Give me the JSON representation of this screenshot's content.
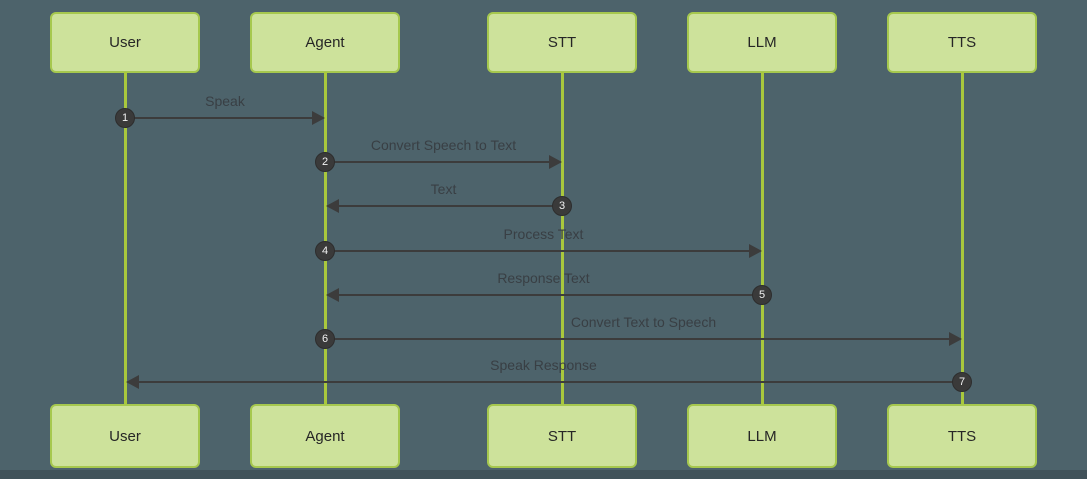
{
  "diagram": {
    "type": "sequence-diagram",
    "colors": {
      "background": "#4d636b",
      "actor_fill": "#cde29b",
      "actor_border": "#a6c84e",
      "lifeline": "#a9c83d",
      "arrow": "#3c3c3c",
      "message_text": "#393f44",
      "step_badge_fill": "#3a3a3a",
      "step_badge_text": "#f2f2f2"
    }
  },
  "actors": [
    {
      "label": "User"
    },
    {
      "label": "Agent"
    },
    {
      "label": "STT"
    },
    {
      "label": "LLM"
    },
    {
      "label": "TTS"
    }
  ],
  "messages": [
    {
      "step": "1",
      "label": "Speak",
      "from": "User",
      "to": "Agent"
    },
    {
      "step": "2",
      "label": "Convert Speech to Text",
      "from": "Agent",
      "to": "STT"
    },
    {
      "step": "3",
      "label": "Text",
      "from": "STT",
      "to": "Agent"
    },
    {
      "step": "4",
      "label": "Process Text",
      "from": "Agent",
      "to": "LLM"
    },
    {
      "step": "5",
      "label": "Response Text",
      "from": "LLM",
      "to": "Agent"
    },
    {
      "step": "6",
      "label": "Convert Text to Speech",
      "from": "Agent",
      "to": "TTS"
    },
    {
      "step": "7",
      "label": "Speak Response",
      "from": "TTS",
      "to": "User"
    }
  ]
}
